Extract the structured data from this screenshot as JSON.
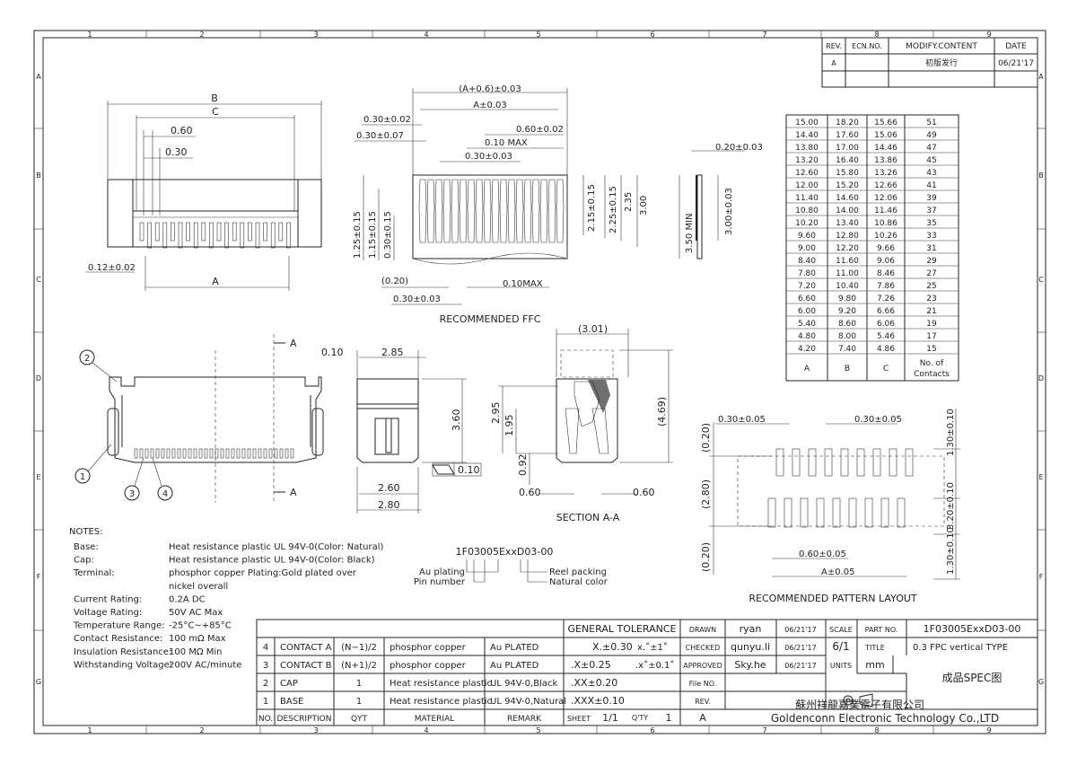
{
  "frame": {
    "columns": [
      "1",
      "2",
      "3",
      "4",
      "5",
      "6",
      "7",
      "8",
      "9"
    ],
    "rows": [
      "A",
      "B",
      "C",
      "D",
      "E",
      "F",
      "G"
    ]
  },
  "revision": {
    "headers": [
      "REV.",
      "ECN.NO.",
      "MODIFY.CONTENT",
      "DATE"
    ],
    "row": [
      "A",
      "",
      "初版发行",
      "06/21'17"
    ]
  },
  "table": {
    "rows": [
      [
        "15.00",
        "18.20",
        "15.66",
        "51"
      ],
      [
        "14.40",
        "17.60",
        "15.06",
        "49"
      ],
      [
        "13.80",
        "17.00",
        "14.46",
        "47"
      ],
      [
        "13.20",
        "16.40",
        "13.86",
        "45"
      ],
      [
        "12.60",
        "15.80",
        "13.26",
        "43"
      ],
      [
        "12.00",
        "15.20",
        "12.66",
        "41"
      ],
      [
        "11.40",
        "14.60",
        "12.06",
        "39"
      ],
      [
        "10.80",
        "14.00",
        "11.46",
        "37"
      ],
      [
        "10.20",
        "13.40",
        "10.86",
        "35"
      ],
      [
        "9.60",
        "12.80",
        "10.26",
        "33"
      ],
      [
        "9.00",
        "12.20",
        "9.66",
        "31"
      ],
      [
        "8.40",
        "11.60",
        "9.06",
        "29"
      ],
      [
        "7.80",
        "11.00",
        "8.46",
        "27"
      ],
      [
        "7.20",
        "10.40",
        "7.86",
        "25"
      ],
      [
        "6.60",
        "9.80",
        "7.26",
        "23"
      ],
      [
        "6.00",
        "9.20",
        "6.66",
        "21"
      ],
      [
        "5.40",
        "8.60",
        "6.06",
        "19"
      ],
      [
        "4.80",
        "8.00",
        "5.46",
        "17"
      ],
      [
        "4.20",
        "7.40",
        "4.86",
        "15"
      ]
    ],
    "footer": [
      "A",
      "B",
      "C",
      "No. of",
      "Contacts"
    ]
  },
  "views": {
    "top": {
      "b": "B",
      "c": "C",
      "d060": "0.60",
      "d030": "0.30",
      "d012": "0.12±0.02",
      "a": "A"
    },
    "ffc": {
      "a06": "(A+0.6)±0.03",
      "a003": "A±0.03",
      "d030_002": "0.30±0.02",
      "d030_007": "0.30±0.07",
      "d060_002": "0.60±0.02",
      "d010max": "0.10 MAX",
      "d030_003": "0.30±0.03",
      "d215": "2.15±0.15",
      "d225": "2.25±0.15",
      "d235": "2.35",
      "d300": "3.00",
      "d125": "1.25±0.15",
      "d115": "1.15±0.15",
      "d030_015": "0.30±0.15",
      "d020": "(0.20)",
      "d030b": "0.30±0.03",
      "d010maxb": "0.10MAX",
      "title": "RECOMMENDED FFC"
    },
    "side": {
      "d020": "0.20±0.03",
      "d350": "3.50 MIN",
      "d300": "3.00±0.03"
    },
    "front": {
      "a": "A",
      "c1": "1",
      "c2": "2",
      "c3": "3",
      "c4": "4"
    },
    "mid": {
      "d010": "0.10",
      "d285": "2.85",
      "d360": "3.60",
      "d010b": "0.10",
      "d260": "2.60",
      "d280": "2.80"
    },
    "section": {
      "d301": "(3.01)",
      "d295": "2.95",
      "d195": "1.95",
      "d469": "(4.69)",
      "d092": "0.92",
      "d060a": "0.60",
      "d060b": "0.60",
      "title": "SECTION A-A"
    },
    "pattern": {
      "d030a": "0.30±0.05",
      "d030b": "0.30±0.05",
      "d020a": "(0.20)",
      "d280": "(2.80)",
      "d020b": "(0.20)",
      "d130a": "1.30±0.10",
      "d320": "3.20±0.10",
      "d130b": "1.30±0.10",
      "d060": "0.60±0.05",
      "a": "A±0.05",
      "title": "RECOMMENDED PATTERN LAYOUT"
    }
  },
  "part_code": {
    "code": "1F03005ExxD03-00",
    "au": "Au plating",
    "pin": "Pin number",
    "reel": "Reel packing",
    "natural": "Natural color"
  },
  "notes": {
    "title": "NOTES:",
    "items": [
      {
        "k": "Base:",
        "v": "Heat resistance plastic UL 94V-0(Color: Natural)"
      },
      {
        "k": "Cap:",
        "v": "Heat resistance plastic UL 94V-0(Color: Black)"
      },
      {
        "k": "Terminal:",
        "v": "phosphor copper Plating:Gold plated over"
      },
      {
        "k": "",
        "v": "nickel overall"
      },
      {
        "k": "Current Rating:",
        "v": "0.2A DC"
      },
      {
        "k": "Voltage Rating:",
        "v": "50V AC Max"
      },
      {
        "k": "Temperature Range:",
        "v": "-25°C~+85°C"
      },
      {
        "k": "Contact Resistance:",
        "v": "100 mΩ Max"
      },
      {
        "k": "Insulation Resistance:",
        "v": "100 MΩ Min"
      },
      {
        "k": "Withstanding Voltage:",
        "v": "200V AC/minute"
      }
    ]
  },
  "bom": {
    "rows": [
      [
        "4",
        "CONTACT A",
        "(N−1)/2",
        "phosphor copper",
        "Au PLATED"
      ],
      [
        "3",
        "CONTACT B",
        "(N+1)/2",
        "phosphor copper",
        "Au PLATED"
      ],
      [
        "2",
        "CAP",
        "1",
        "Heat resistance plastic",
        "UL 94V-0,Black"
      ],
      [
        "1",
        "BASE",
        "1",
        "Heat resistance plastic",
        "UL 94V-0,Natural"
      ]
    ],
    "headers": [
      "NO.",
      "DESCRIPTION",
      "QYT",
      "MATERIAL",
      "REMARK"
    ]
  },
  "title_block": {
    "gen_tol": "GENERAL TOLERANCE",
    "tol": [
      [
        "X.±0.30",
        "x.˚±1˚"
      ],
      [
        ".X±0.25",
        ".x˚±0.1˚"
      ],
      [
        ".XX±0.20",
        ""
      ],
      [
        ".XXX±0.10",
        ""
      ]
    ],
    "drawn": "DRAWN",
    "checked": "CHECKED",
    "approved": "APPROVED",
    "fileno": "File NO.",
    "rev": "REV.",
    "drawn_by": "ryan",
    "checked_by": "qunyu.li",
    "approved_by": "Sky.he",
    "d1": "06/21'17",
    "d2": "06/21'17",
    "d3": "06/21'17",
    "scale": "SCALE",
    "scale_v": "6/1",
    "units": "UNITS",
    "units_v": "mm",
    "partno": "PART NO.",
    "partno_v": "1F03005ExxD03-00",
    "title": "TITLE",
    "title_v": "0.3 FPC vertical TYPE",
    "spec": "成品SPEC图",
    "sheet": "SHEET",
    "sheet_v": "1/1",
    "qty": "Q'TY",
    "qty_v": "1",
    "rev_v": "A",
    "company_cn": "蘇州祥龍嘉業電子有限公司",
    "company_en": "Goldenconn Electronic Technology Co.,LTD"
  }
}
